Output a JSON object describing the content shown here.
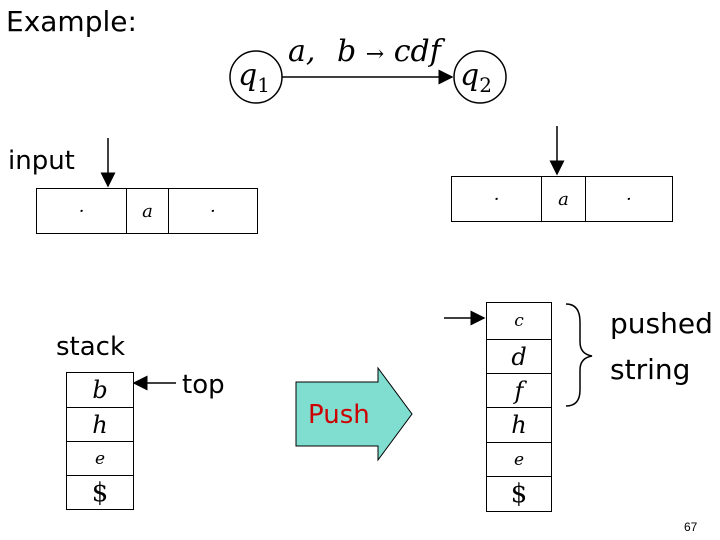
{
  "slide": {
    "title": "Example:",
    "input_label": "input",
    "stack_label": "stack",
    "top_label": "top",
    "push_label": "Push",
    "pushed_label_line1": "pushed",
    "pushed_label_line2": "string",
    "page_number": "67"
  },
  "automaton": {
    "state_from": {
      "letter": "q",
      "sub": "1"
    },
    "state_to": {
      "letter": "q",
      "sub": "2"
    },
    "transition": {
      "read": "a,",
      "pop": "b",
      "arrow": "→",
      "push": "cdf"
    }
  },
  "tape_before": [
    "·",
    "a",
    "·"
  ],
  "tape_after": [
    "·",
    "a",
    "·"
  ],
  "stack_before": [
    "b",
    "h",
    "e",
    "$"
  ],
  "stack_after": [
    "c",
    "d",
    "f",
    "h",
    "e",
    "$"
  ],
  "colors": {
    "push_arrow": "#80DED1",
    "push_text": "#CC0000",
    "ink": "#000000"
  }
}
